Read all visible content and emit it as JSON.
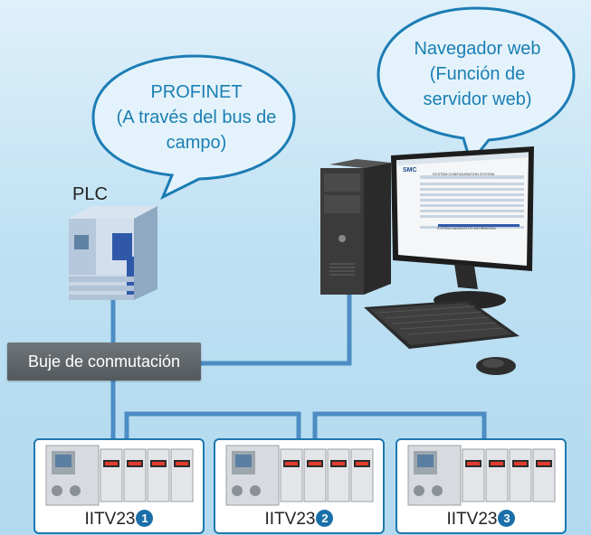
{
  "bubbles": {
    "profinet": "PROFINET\n(A través del bus de\ncampo)",
    "navegador": "Navegador web\n(Función de\nservidor web)"
  },
  "plc_label": "PLC",
  "hub_label": "Buje de conmutación",
  "devices": [
    {
      "name": "IITV23",
      "badge": "1"
    },
    {
      "name": "IITV23",
      "badge": "2"
    },
    {
      "name": "IITV23",
      "badge": "3"
    }
  ],
  "screen": {
    "logo": "SMC",
    "title": "SYSTEM CONFIGURATION SYSTEM",
    "lower_title": "SYSTEM DIAGNOSTICS INFORMATION"
  },
  "colors": {
    "bubble_border": "#1c7cb4",
    "bubble_text": "#1b7fb3",
    "cable": "#4d8dc4",
    "device_border": "#1f78ae",
    "badge": "#1b6fa8",
    "hub_bg": "#5f6468"
  }
}
